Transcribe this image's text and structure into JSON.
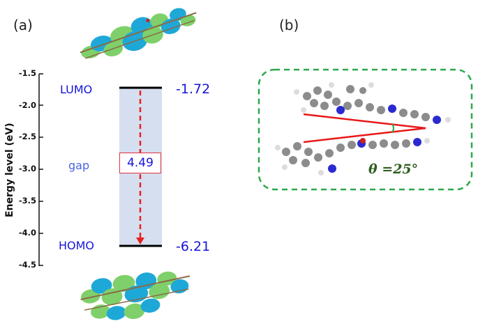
{
  "panel_a": {
    "label": "(a)",
    "y_axis_label": "Energy level (eV)",
    "ticks": [
      "-1.5",
      "-2.0",
      "-2.5",
      "-3.0",
      "-3.5",
      "-4.0",
      "-4.5"
    ],
    "lumo": {
      "label": "LUMO",
      "value": "-1.72"
    },
    "homo": {
      "label": "HOMO",
      "value": "-6.21"
    },
    "gap": {
      "label": "gap",
      "value": "4.49"
    },
    "orbital_image_top": "lumo-orbital-isosurface",
    "orbital_image_bottom": "homo-orbital-isosurface"
  },
  "panel_b": {
    "label": "(b)",
    "angle_text": "θ =25°",
    "molecule_image": "stacked-dimer-structure",
    "colors": {
      "border": "#2aa84a",
      "angle_lines": "#e81818"
    }
  },
  "colors": {
    "gap_fill": "#d6dff0",
    "arrow": "#e82020",
    "level_line": "#000000",
    "orbital_blue": "#1ea8d8",
    "orbital_green": "#7fd06a"
  }
}
